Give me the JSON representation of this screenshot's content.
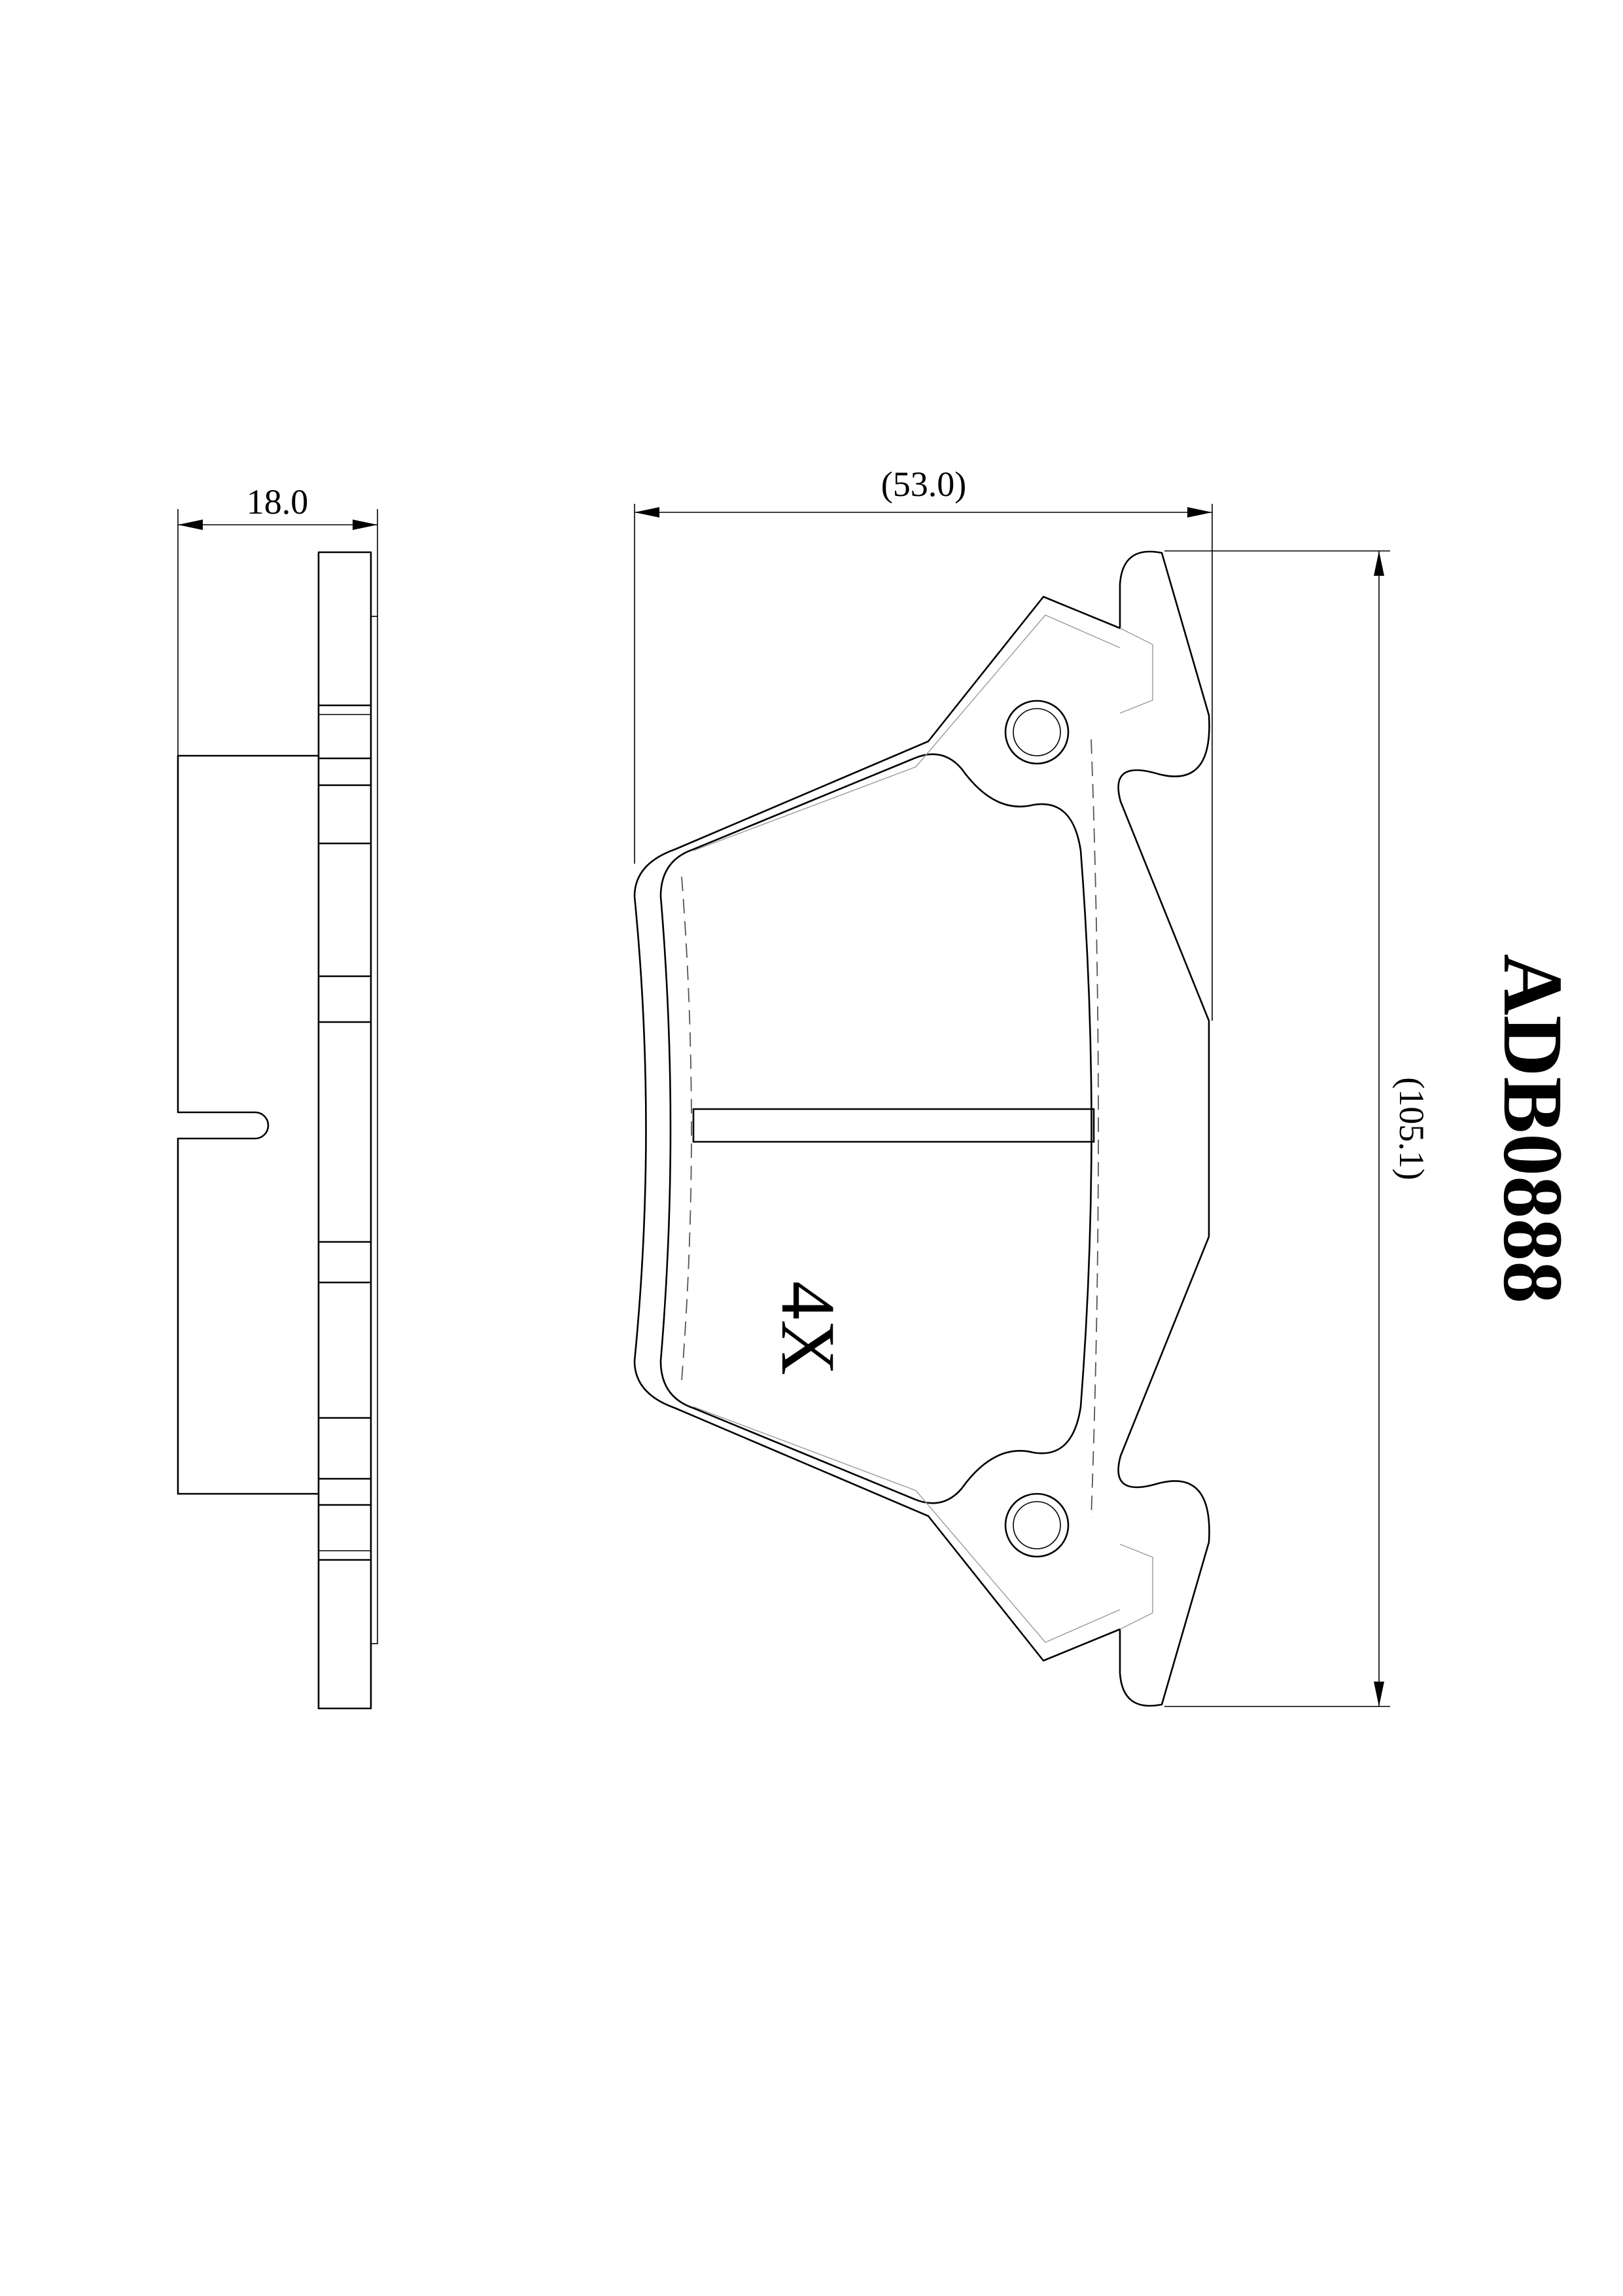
{
  "part_number": "ADB0888",
  "quantity_label": "4X",
  "dimensions": {
    "thickness": "18.0",
    "width": "(53.0)",
    "length": "(105.1)"
  },
  "colors": {
    "line": "#000000",
    "background": "#ffffff"
  }
}
